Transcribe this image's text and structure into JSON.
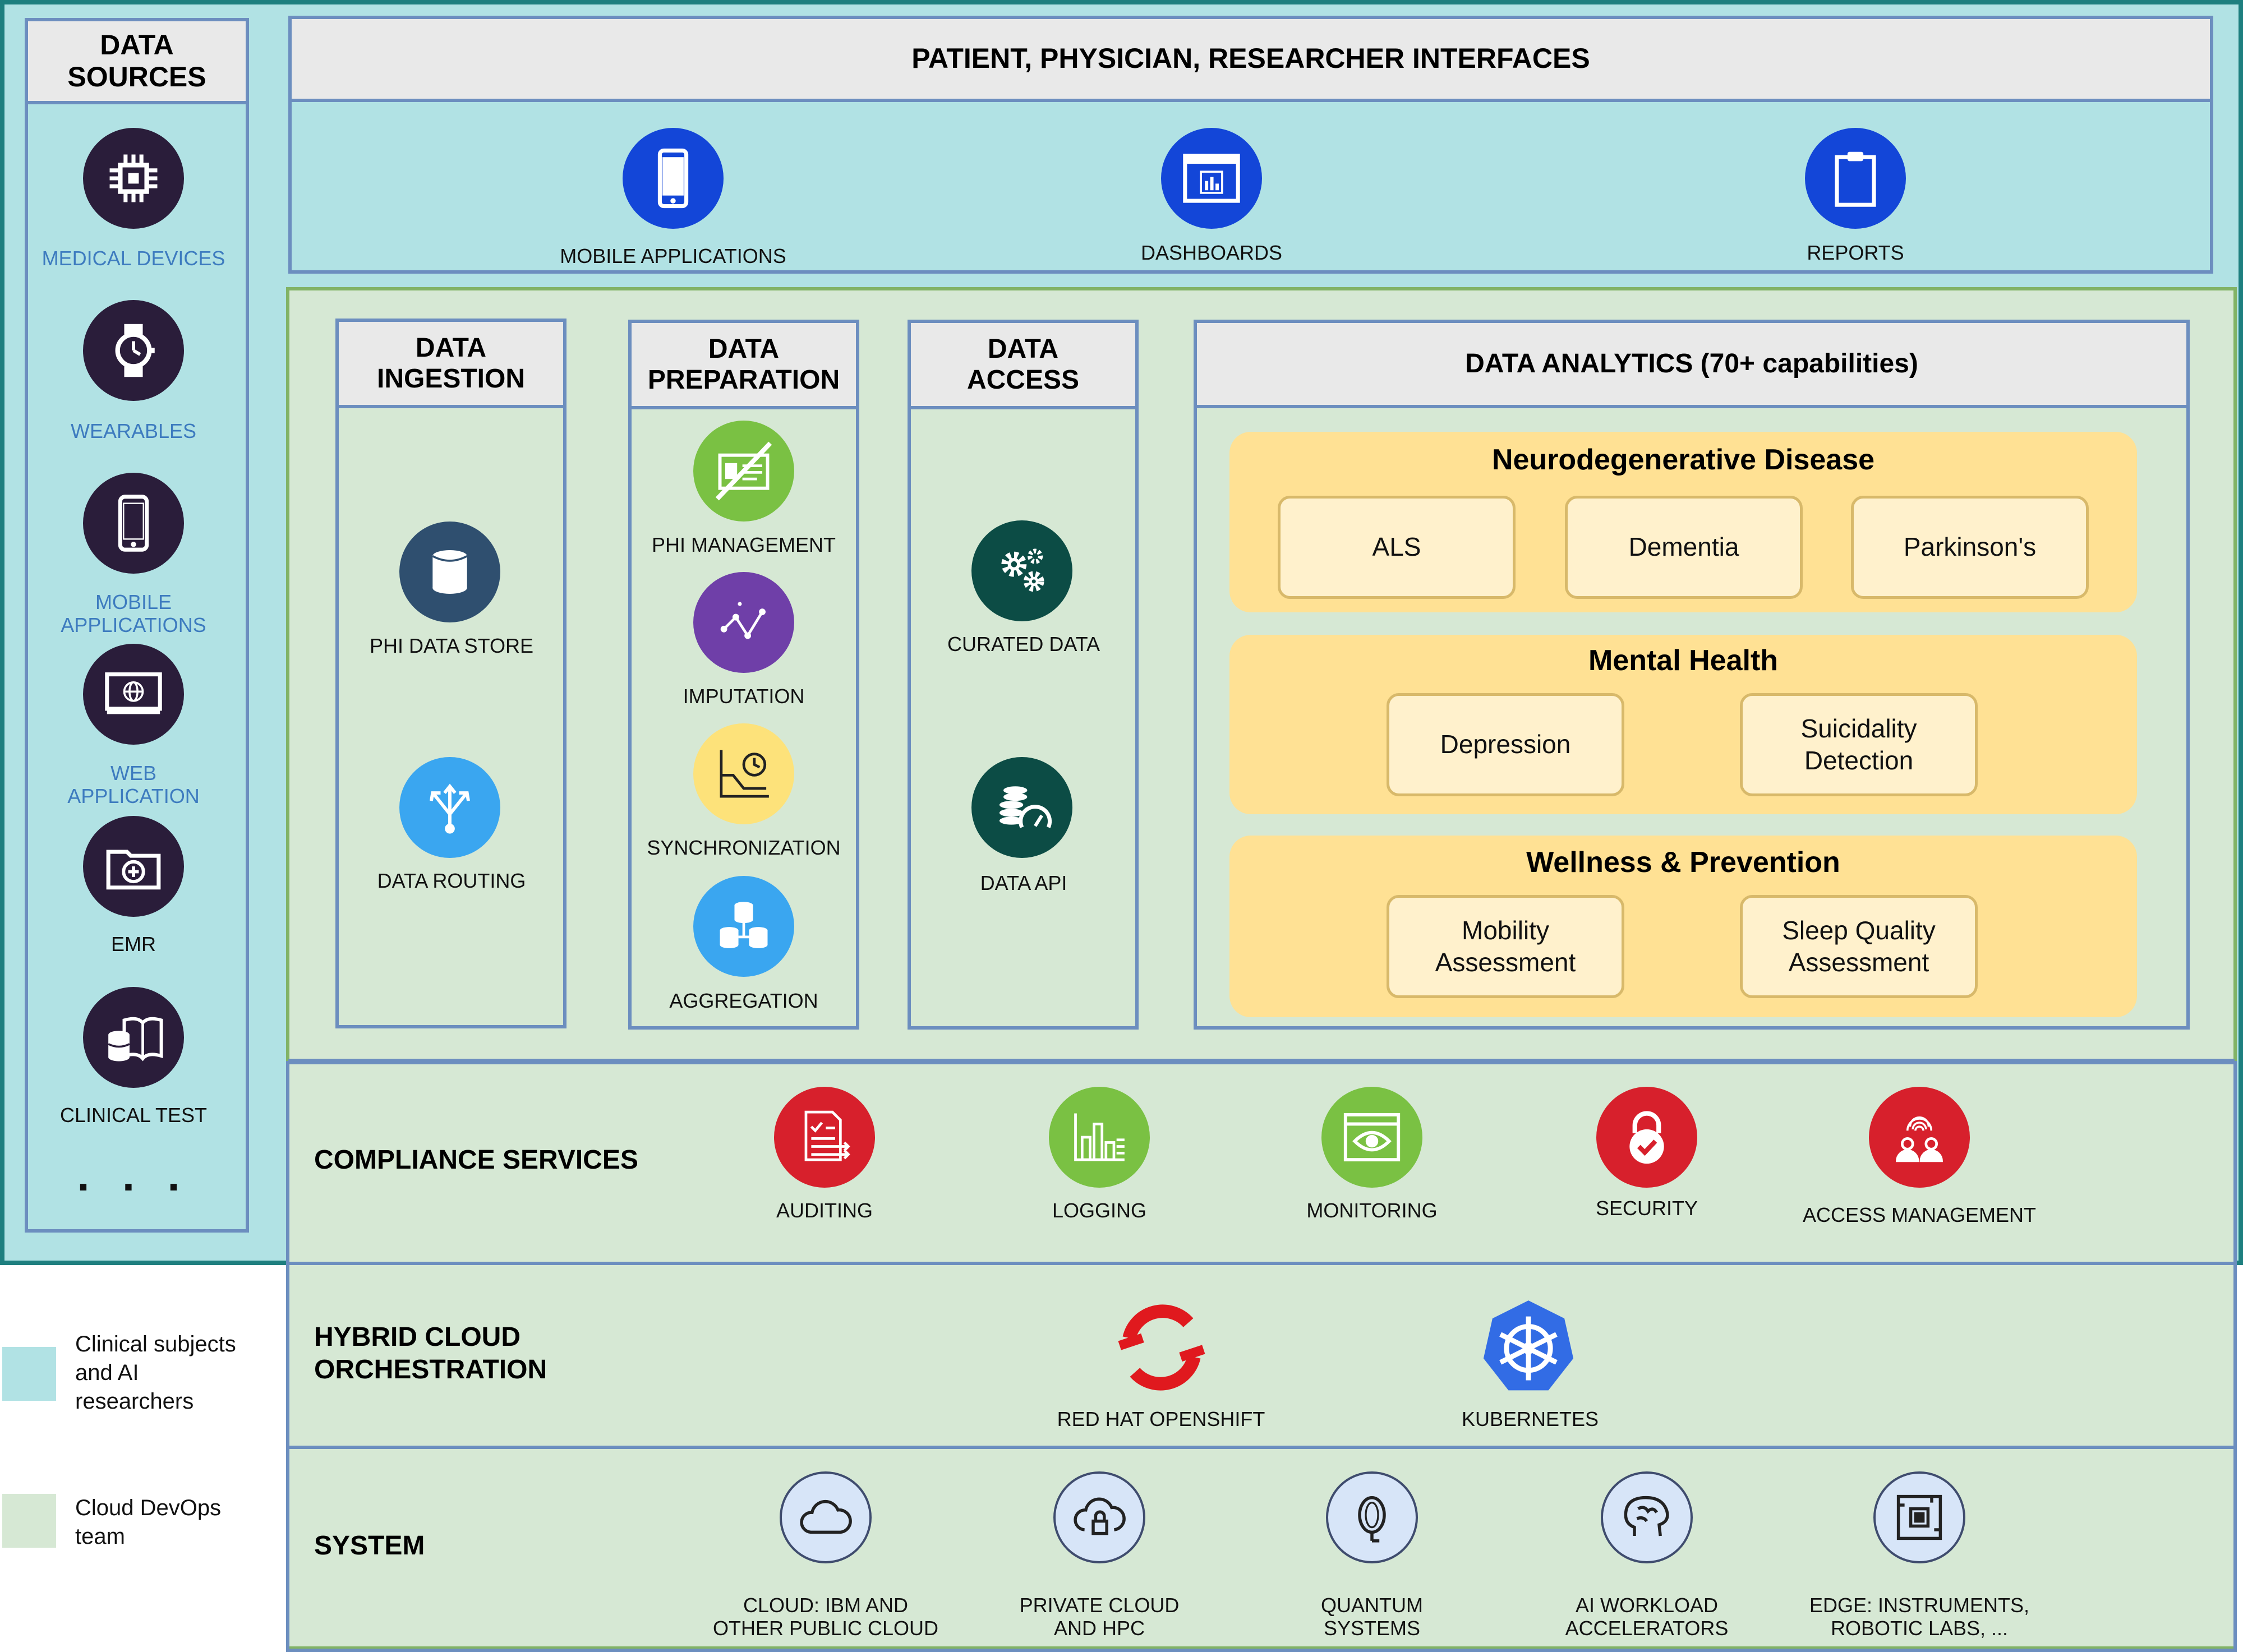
{
  "data_sources": {
    "title": "DATA SOURCES",
    "items": [
      {
        "label": "MEDICAL DEVICES",
        "icon": "chip-icon"
      },
      {
        "label": "WEARABLES",
        "icon": "watch-icon"
      },
      {
        "label": "MOBILE\nAPPLICATIONS",
        "icon": "phone-icon"
      },
      {
        "label": "WEB\nAPPLICATION",
        "icon": "web-monitor-icon"
      },
      {
        "label": "EMR",
        "icon": "folder-medical-icon"
      },
      {
        "label": "CLINICAL TEST",
        "icon": "database-book-icon"
      }
    ],
    "more": ". . ."
  },
  "interfaces": {
    "title": "PATIENT, PHYSICIAN, RESEARCHER INTERFACES",
    "items": [
      {
        "label": "MOBILE APPLICATIONS",
        "icon": "smartphone-icon"
      },
      {
        "label": "DASHBOARDS",
        "icon": "dashboard-icon"
      },
      {
        "label": "REPORTS",
        "icon": "clipboard-icon"
      }
    ]
  },
  "pipeline": {
    "ingestion": {
      "title": "DATA\nINGESTION",
      "items": [
        {
          "label": "PHI DATA STORE",
          "icon": "database-icon"
        },
        {
          "label": "DATA ROUTING",
          "icon": "routing-icon"
        }
      ]
    },
    "preparation": {
      "title": "DATA\nPREPARATION",
      "items": [
        {
          "label": "PHI MANAGEMENT",
          "icon": "id-card-crossed-icon"
        },
        {
          "label": "IMPUTATION",
          "icon": "line-graph-icon"
        },
        {
          "label": "SYNCHRONIZATION",
          "icon": "clock-chart-icon"
        },
        {
          "label": "AGGREGATION",
          "icon": "cylinders-icon"
        }
      ]
    },
    "access": {
      "title": "DATA\nACCESS",
      "items": [
        {
          "label": "CURATED DATA",
          "icon": "gears-icon"
        },
        {
          "label": "DATA API",
          "icon": "coins-gauge-icon"
        }
      ]
    },
    "analytics": {
      "title": "DATA ANALYTICS (70+ capabilities)",
      "categories": [
        {
          "title": "Neurodegenerative Disease",
          "items": [
            "ALS",
            "Dementia",
            "Parkinson's"
          ]
        },
        {
          "title": "Mental Health",
          "items": [
            "Depression",
            "Suicidality\nDetection"
          ]
        },
        {
          "title": "Wellness & Prevention",
          "items": [
            "Mobility\nAssessment",
            "Sleep Quality\nAssessment"
          ]
        }
      ]
    }
  },
  "compliance": {
    "title": "COMPLIANCE SERVICES",
    "items": [
      {
        "label": "AUDITING",
        "icon": "audit-form-icon"
      },
      {
        "label": "LOGGING",
        "icon": "bar-log-icon"
      },
      {
        "label": "MONITORING",
        "icon": "eye-window-icon"
      },
      {
        "label": "SECURITY",
        "icon": "lock-check-icon"
      },
      {
        "label": "ACCESS MANAGEMENT",
        "icon": "fingerprint-users-icon"
      }
    ]
  },
  "orchestration": {
    "title": "HYBRID CLOUD\nORCHESTRATION",
    "items": [
      {
        "label": "RED HAT OPENSHIFT",
        "icon": "openshift-icon"
      },
      {
        "label": "KUBERNETES",
        "icon": "kubernetes-icon"
      }
    ]
  },
  "system": {
    "title": "SYSTEM",
    "items": [
      {
        "label": "CLOUD: IBM AND\nOTHER PUBLIC CLOUD",
        "icon": "cloud-icon"
      },
      {
        "label": "PRIVATE CLOUD\nAND HPC",
        "icon": "cloud-lock-icon"
      },
      {
        "label": "QUANTUM\nSYSTEMS",
        "icon": "quantum-icon"
      },
      {
        "label": "AI WORKLOAD\nACCELERATORS",
        "icon": "brain-icon"
      },
      {
        "label": "EDGE: INSTRUMENTS,\nROBOTIC LABS, ...",
        "icon": "edge-chip-icon"
      }
    ]
  },
  "legend": [
    {
      "label": "Clinical subjects\nand AI\nresearchers",
      "color": "#b1e2e4"
    },
    {
      "label": "Cloud DevOps\nteam",
      "color": "#d6e8d4"
    }
  ],
  "colors": {
    "teal_region": "#b1e2e4",
    "green_region": "#d6e8d4",
    "category_fill": "#ffe194",
    "item_fill": "#fff1cc",
    "panel_border": "#6c8ebf"
  }
}
